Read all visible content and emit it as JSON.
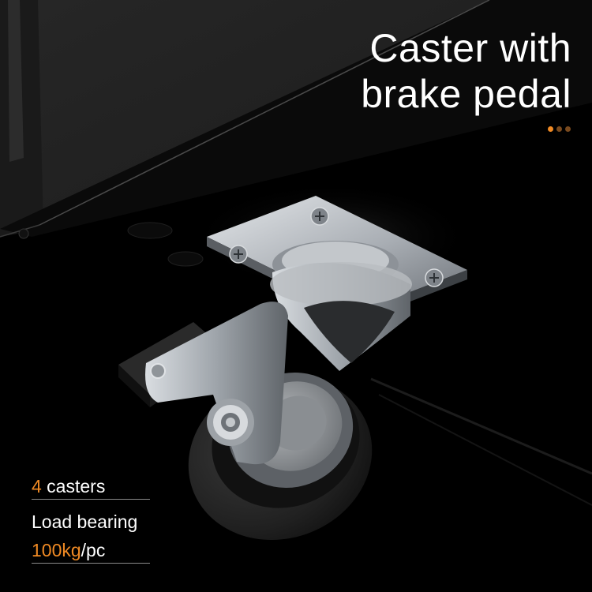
{
  "headline": {
    "line1": "Caster with",
    "line2": "brake pedal"
  },
  "colors": {
    "accent": "#f08a24",
    "dot_dark": "#7a4a1e",
    "text": "#ffffff",
    "background": "#000000"
  },
  "specs": {
    "count": {
      "number": "4",
      "text": " casters"
    },
    "load": {
      "label": "Load bearing",
      "value": "100kg",
      "unit": "/pc"
    }
  },
  "icons": [
    "accent-dots",
    "caster-wheel",
    "brake-pedal",
    "mounting-plate",
    "cabinet-body"
  ]
}
